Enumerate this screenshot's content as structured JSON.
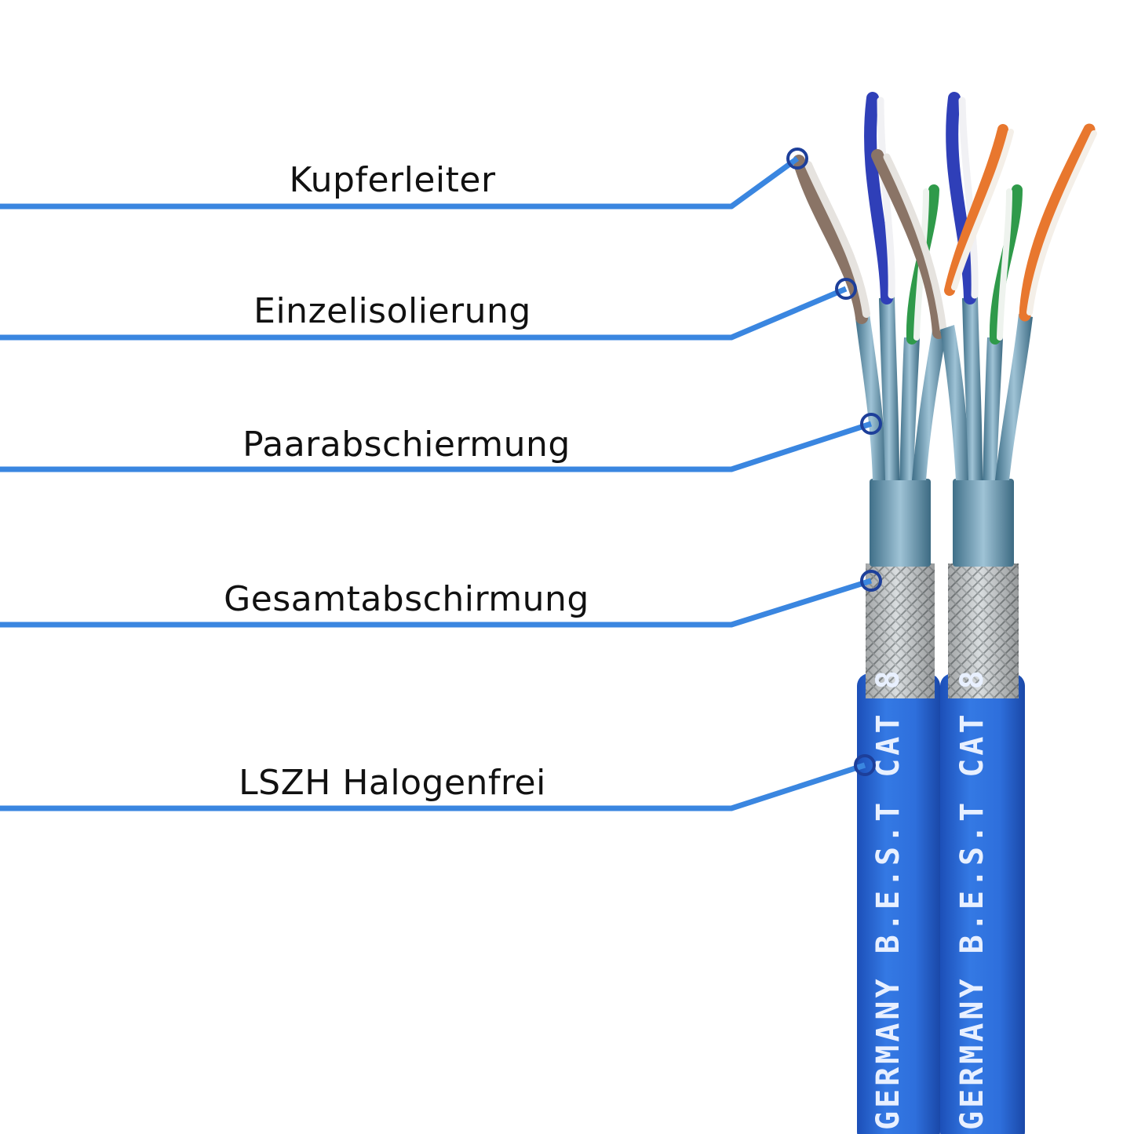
{
  "labels": [
    {
      "id": "kupferleiter",
      "text": "Kupferleiter"
    },
    {
      "id": "einzelisolierung",
      "text": "Einzelisolierung"
    },
    {
      "id": "paarabschiermung",
      "text": "Paarabschiermung"
    },
    {
      "id": "gesamtabschirmung",
      "text": "Gesamtabschirmung"
    },
    {
      "id": "lszh",
      "text": "LSZH Halogenfrei"
    }
  ],
  "cable_print": "GERMANY B.E.S.T CAT 8",
  "colors": {
    "leader_line": "#3a86e0",
    "marker_ring": "#1d3f9a",
    "jacket": "#2e6fdc",
    "jacket_dark": "#1c4fb8",
    "foil_shield": "#6c9bb5",
    "braid": "#cfd4d6",
    "pair_blue": "#2f3fb8",
    "pair_orange": "#e8772e",
    "pair_green": "#2f9a4a",
    "pair_brown": "#8a7466",
    "text": "#111111"
  }
}
